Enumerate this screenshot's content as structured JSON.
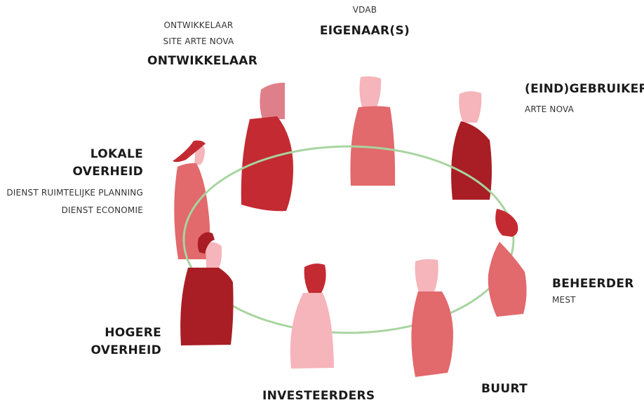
{
  "colors": {
    "ring": "#a8d4a0",
    "dark_red": "#a81e24",
    "red": "#c42a32",
    "salmon": "#e2696c",
    "mauve": "#de7f8a",
    "pink": "#f5b5ba"
  },
  "stakeholders": {
    "eigenaars": {
      "sub": [
        "VDAB"
      ],
      "title": "EIGENAAR(S)"
    },
    "ontwikkelaar": {
      "sub": [
        "ONTWIKKELAAR",
        "SITE ARTE NOVA"
      ],
      "title": "ONTWIKKELAAR"
    },
    "eindgebruikers": {
      "title": "(EIND)GEBRUIKERS",
      "sub": [
        "ARTE NOVA"
      ]
    },
    "lokale_overheid": {
      "title": [
        "LOKALE",
        "OVERHEID"
      ],
      "sub": [
        "DIENST RUIMTELIJKE PLANNING",
        "DIENST ECONOMIE"
      ]
    },
    "beheerder": {
      "title": "BEHEERDER",
      "sub": [
        "MEST"
      ]
    },
    "hogere_overheid": {
      "title": [
        "HOGERE",
        "OVERHEID"
      ]
    },
    "investeerders": {
      "title": "INVESTEERDERS"
    },
    "buurt": {
      "title": "BUURT"
    }
  }
}
